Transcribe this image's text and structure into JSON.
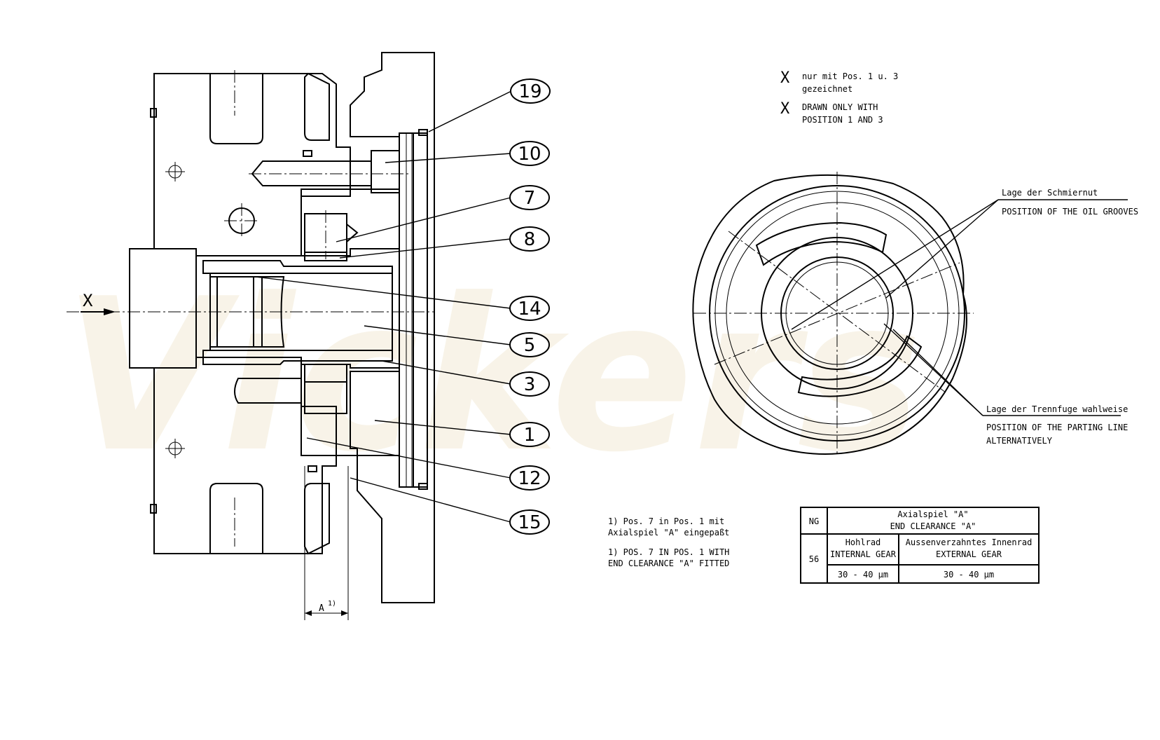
{
  "watermark": "Vickers",
  "view_marker": "X",
  "notes_x": {
    "symbol_1": "X",
    "de_line1": "nur mit Pos. 1 u. 3",
    "de_line2": "gezeichnet",
    "symbol_2": "X",
    "en_line1": "DRAWN ONLY WITH",
    "en_line2": "POSITION 1 AND 3"
  },
  "oil_groove_label": {
    "de": "Lage der Schmiernut",
    "en": "POSITION OF THE OIL GROOVES"
  },
  "parting_line_label": {
    "de": "Lage der Trennfuge wahlweise",
    "en_line1": "POSITION OF THE PARTING LINE",
    "en_line2": "ALTERNATIVELY"
  },
  "footnote": {
    "de_line1": "1) Pos. 7 in Pos. 1 mit",
    "de_line2": "Axialspiel \"A\" eingepaßt",
    "en_line1": "1) POS. 7 IN POS. 1 WITH",
    "en_line2": "END CLEARANCE \"A\" FITTED"
  },
  "dimension": {
    "label": "A",
    "sup": "1)"
  },
  "callouts": [
    "19",
    "10",
    "7",
    "8",
    "14",
    "5",
    "3",
    "1",
    "12",
    "15"
  ],
  "table": {
    "ng_header": "NG",
    "axial_de": "Axialspiel \"A\"",
    "axial_en": "END CLEARANCE \"A\"",
    "ng_value": "56",
    "col1_de": "Hohlrad",
    "col1_en": "INTERNAL GEAR",
    "col2_de": "Aussenverzahntes Innenrad",
    "col2_en": "EXTERNAL GEAR",
    "col1_value": "30 - 40 µm",
    "col2_value": "30 - 40 µm"
  }
}
